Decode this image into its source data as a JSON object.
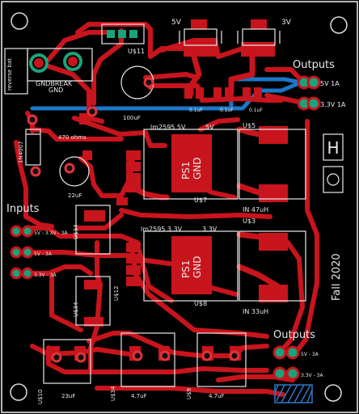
{
  "board": {
    "title": "Fall 2020",
    "outputs_top": "Outputs",
    "outputs_bottom": "Outputs",
    "inputs": "Inputs",
    "out_5v": "5V 1A",
    "out_33v": "3.3V 1A",
    "in_a": "5V - 3.3V - 3A",
    "in_b": "5V - 3A",
    "in_c": "3.3V - 3A",
    "out_b1": "5V - 3A",
    "out_b2": "3.3V - 3A",
    "sw_5v": "5V",
    "sw_3v": "3V",
    "reverse": "reverse bat",
    "gndbreak": "GNDBREAK",
    "gnd": "GND",
    "us11": "U$11",
    "cap_100uf": "100uF",
    "res_470": "470 ohms",
    "diode": "1N4007",
    "cap_22uf": "22uF",
    "cap_01a": "0.1uF",
    "cap_01b": "0.1uF",
    "cap_01c": "0.1uF",
    "lm_5v": "lm2595 5V",
    "lm_5v_out": "5V",
    "us5": "U$5",
    "ps1_a": "PS1",
    "gnd_a": "GND",
    "us7": "U$7",
    "in47": "IN 47uH",
    "lm_33v": "lm2595 3.3V",
    "lm_33v_out": "3.3V",
    "us3": "U$3",
    "ps1_b": "PS1",
    "gnd_b": "GND",
    "us8": "U$8",
    "in33": "IN 33uH",
    "us34a": "U$34",
    "us12": "U$12",
    "us34b": "U$34",
    "us10": "U$10",
    "cap_23uf": "23uF",
    "us34c": "U$34",
    "cap_47uf": "4.7uF",
    "us9": "U$9",
    "cap_47uf_b": "4.7uF"
  }
}
